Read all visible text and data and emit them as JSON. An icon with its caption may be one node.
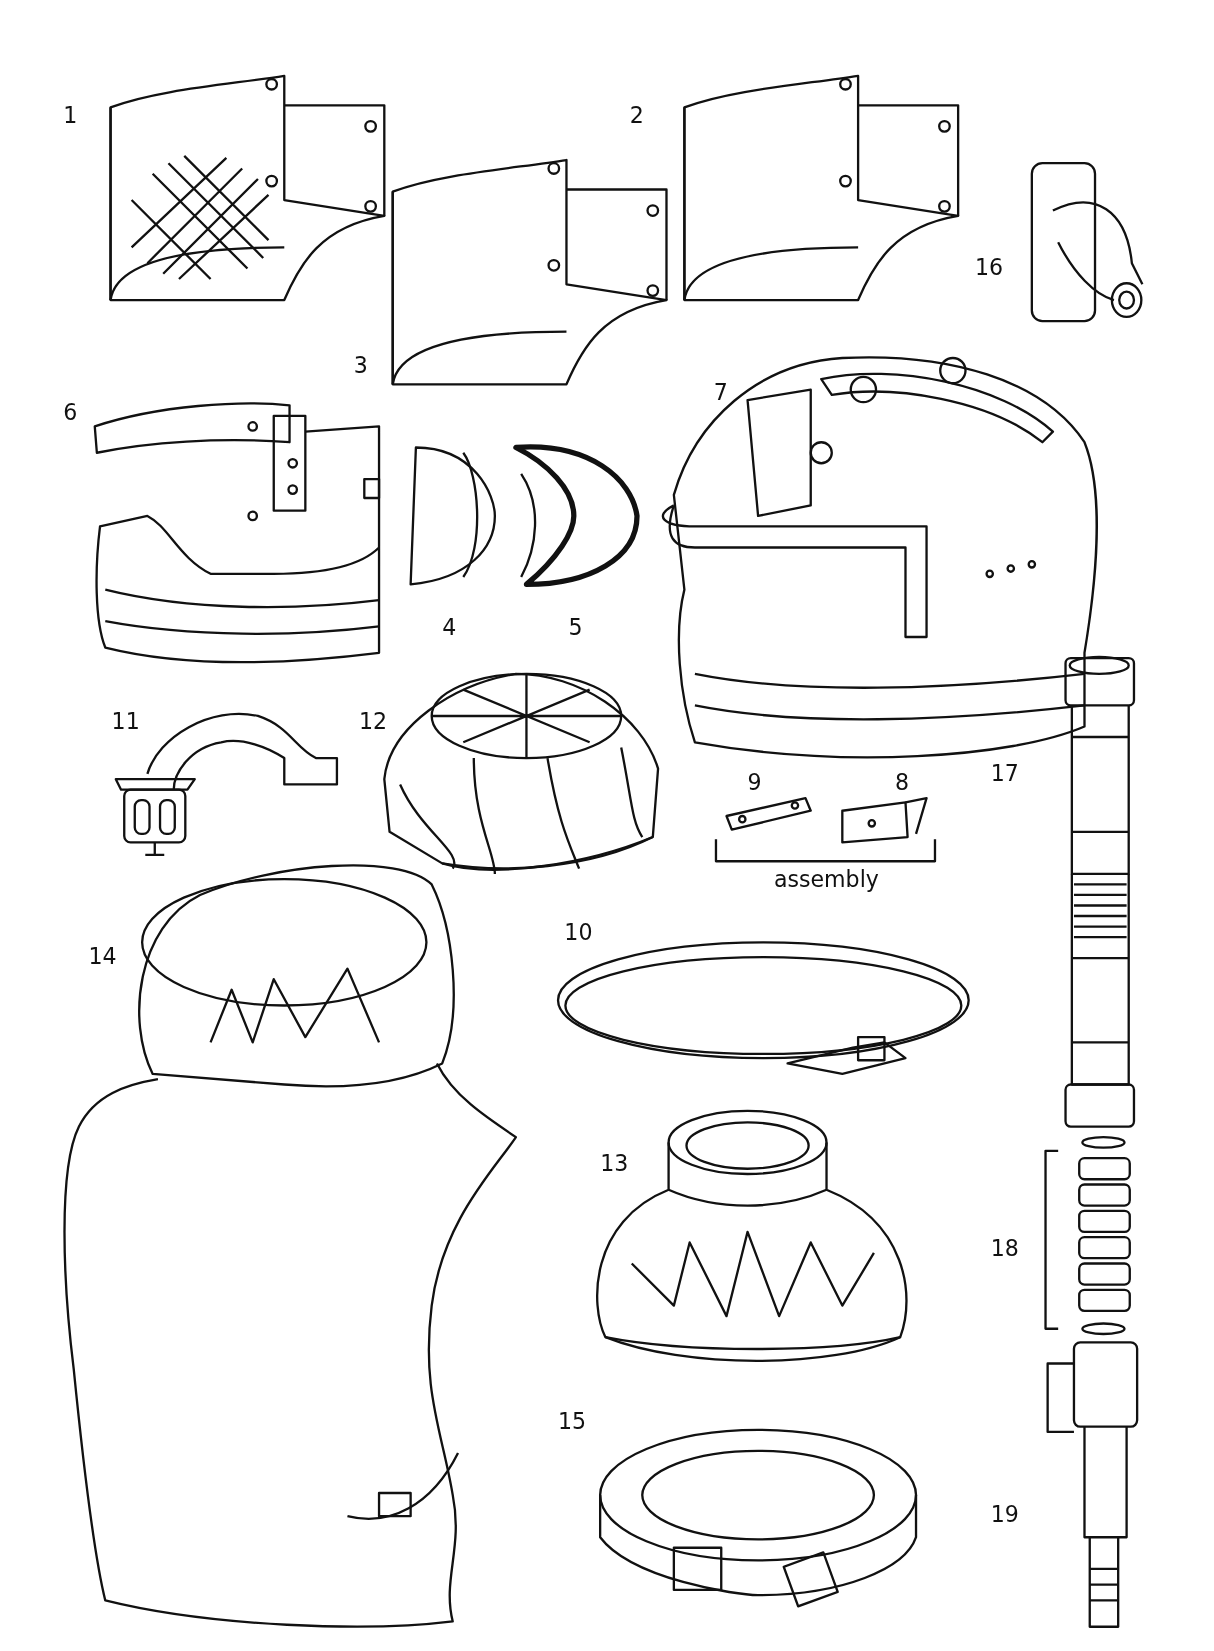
{
  "diagram": {
    "labels": [
      "1",
      "2",
      "16",
      "3",
      "7",
      "6",
      "4",
      "5",
      "11",
      "12",
      "17",
      "9",
      "8",
      "assembly",
      "10",
      "14",
      "13",
      "18",
      "15",
      "19"
    ]
  }
}
